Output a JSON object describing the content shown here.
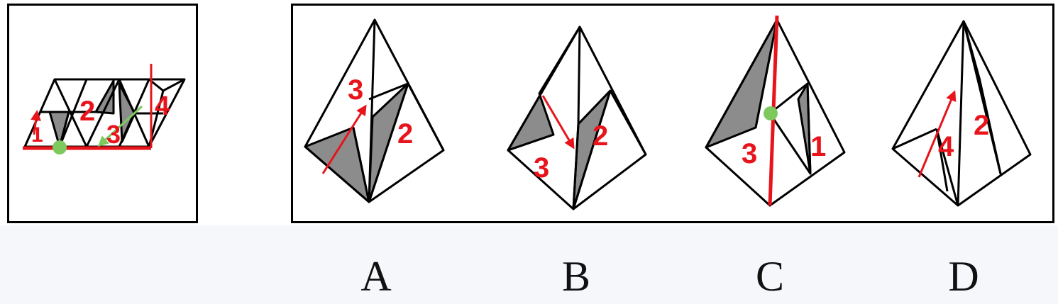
{
  "net": {
    "face_numbers": [
      "1",
      "2",
      "3",
      "4"
    ]
  },
  "options": [
    {
      "letter": "A",
      "numbers": [
        "3",
        "2"
      ]
    },
    {
      "letter": "B",
      "numbers": [
        "3",
        "2"
      ]
    },
    {
      "letter": "C",
      "numbers": [
        "3",
        "1"
      ]
    },
    {
      "letter": "D",
      "numbers": [
        "4",
        "2"
      ]
    }
  ],
  "colors": {
    "marker_red": "#e8141b",
    "shade_gray": "#8c8c8c",
    "dot_green": "#7dc95e",
    "outline": "#000000"
  }
}
